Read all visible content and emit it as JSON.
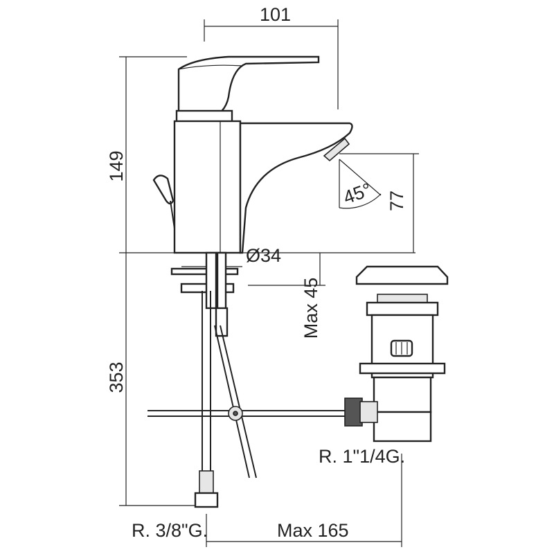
{
  "dimensions": {
    "width_top": "101",
    "height_upper": "149",
    "height_lower": "353",
    "spout_angle": "45°",
    "spout_height": "77",
    "diameter": "Ø34",
    "max_thickness": "Max 45",
    "waste_thread": "R. 1\"1/4G.",
    "inlet_thread": "R. 3/8\"G.",
    "max_length": "Max 165"
  }
}
